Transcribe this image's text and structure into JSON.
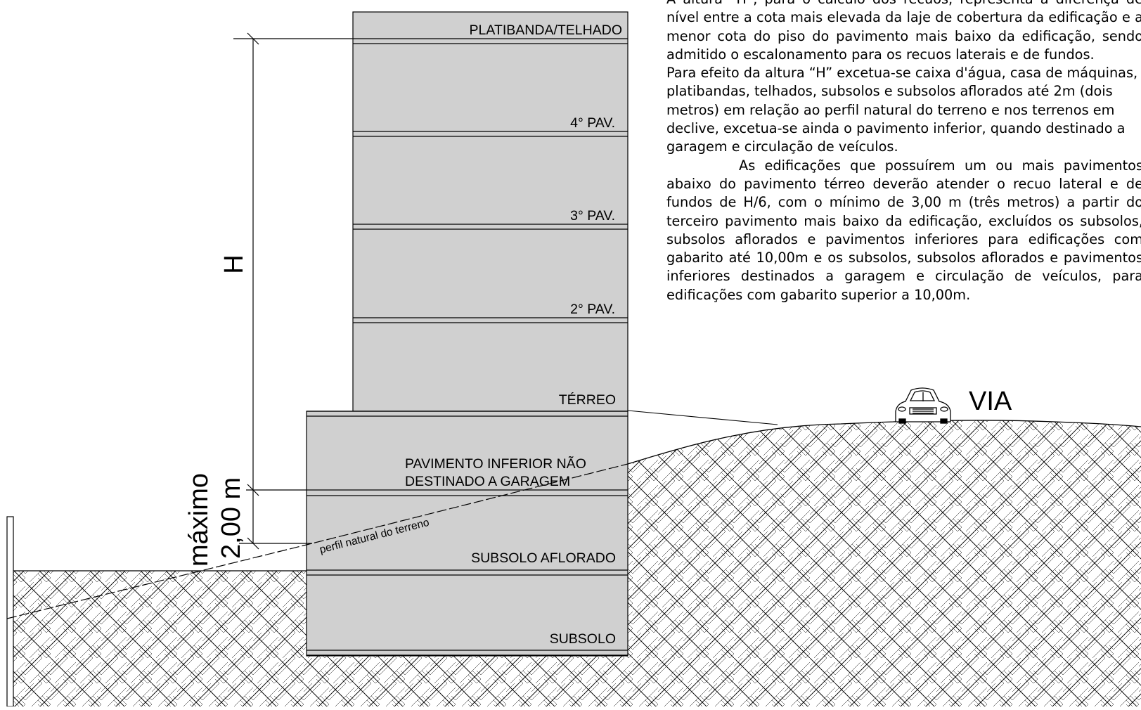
{
  "floors": {
    "platibanda": "PLATIBANDA/TELHADO",
    "pav4": "4° PAV.",
    "pav3": "3° PAV.",
    "pav2": "2° PAV.",
    "terreo": "TÉRREO",
    "pav_inferior_line1": "PAVIMENTO INFERIOR NÃO",
    "pav_inferior_line2": "DESTINADO A GARAGEM",
    "subsolo_aflorado": "SUBSOLO AFLORADO",
    "subsolo": "SUBSOLO"
  },
  "dimensions": {
    "height_label": "H",
    "max_label_line1": "máximo",
    "max_label_line2": "2,00 m"
  },
  "terrain": {
    "perfil_label": "perfil natural do terreno",
    "via_label": "VIA"
  },
  "text": {
    "p1": "A altura “H”, para o cálculo dos recuos, representa a diferença de nível entre a cota mais elevada da laje de cobertura da edificação e a menor cota do piso do pavimento mais baixo da edificação, sendo admitido o escalonamento para os recuos laterais e de fundos.",
    "p2": "Para efeito da altura “H” excetua-se caixa d'água, casa de máquinas, platibandas, telhados, subsolos e subsolos aflorados até 2m (dois metros) em relação ao perfil natural do terreno e nos terrenos em declive, excetua-se ainda o pavimento inferior, quando destinado a garagem e circulação de veículos.",
    "p3": "As edificações que possuírem um ou mais pavimentos abaixo do pavimento térreo deverão atender o recuo lateral e de fundos de H/6, com o mínimo de 3,00 m (três metros) a partir do terceiro pavimento mais baixo da edificação, excluídos os subsolos, subsolos aflorados e pavimentos inferiores para edificações com gabarito até 10,00m e os subsolos, subsolos aflorados e pavimentos inferiores destinados a garagem e circulação de veículos, para edificações com gabarito superior a 10,00m."
  },
  "colors": {
    "building_fill": "#d0d0d0",
    "line": "#000000",
    "background": "#ffffff"
  }
}
